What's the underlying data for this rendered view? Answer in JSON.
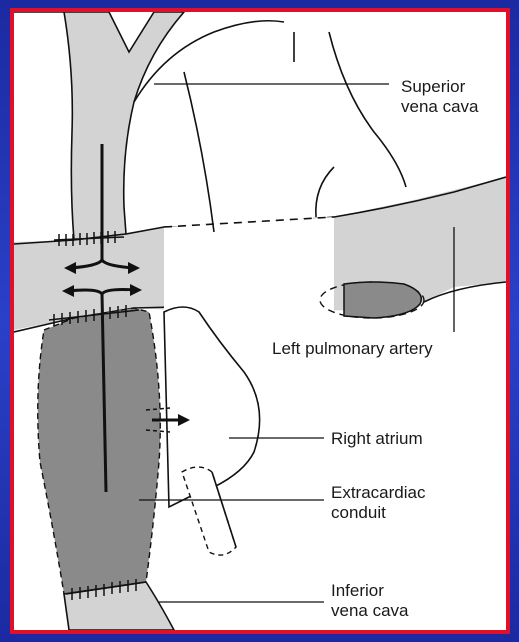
{
  "diagram": {
    "labels": {
      "svc_line1": "Superior",
      "svc_line2": "vena cava",
      "lpa": "Left pulmonary artery",
      "ra": "Right atrium",
      "conduit_line1": "Extracardiac",
      "conduit_line2": "conduit",
      "ivc_line1": "Inferior",
      "ivc_line2": "vena cava"
    },
    "colors": {
      "frame_border": "#e0102a",
      "vessel_fill": "#d3d3d3",
      "conduit_fill": "#8a8a8a",
      "background_blue": "#1b2aa0"
    }
  }
}
